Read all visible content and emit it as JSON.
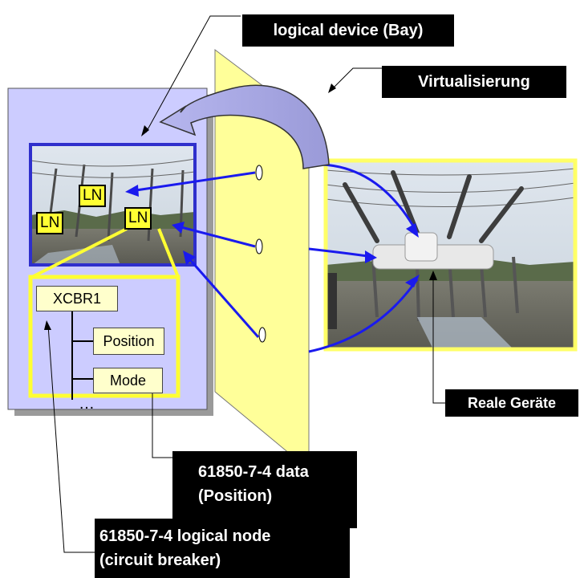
{
  "labels": {
    "logical_device": "logical device (Bay)",
    "virtualisierung": "Virtualisierung",
    "reale_geraete": "Reale Geräte",
    "data_line1": "61850-7-4 data",
    "data_line2": "(Position)",
    "node_line1": "61850-7-4 logical node",
    "node_line2": "(circuit breaker)"
  },
  "logical_nodes": [
    "LN",
    "LN",
    "LN"
  ],
  "tree": {
    "root": "XCBR1",
    "children": [
      "Position",
      "Mode"
    ],
    "ellipsis": "…"
  },
  "colors": {
    "device_panel": "#ccccff",
    "highlight_yellow": "#ffff33",
    "border_blue": "#2f2fcc",
    "arrow_blue": "#1a1aee",
    "plane_yellow": "#ffff99",
    "label_bg": "#000000"
  }
}
